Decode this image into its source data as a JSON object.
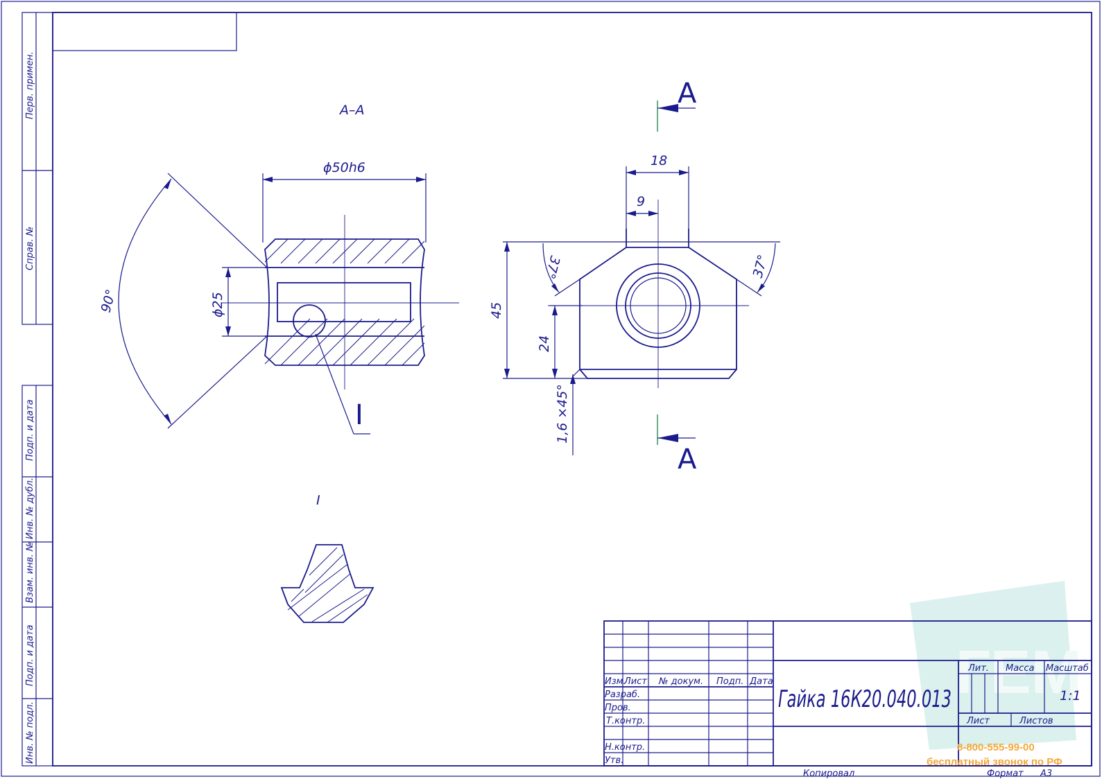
{
  "sidebar": {
    "perv_primen": "Перв. примен.",
    "sprav_no": "Справ. №",
    "podp_data_1": "Подп. и дата",
    "inv_dubl": "Инв. № дубл.",
    "vzam_inv": "Взам. инв. №",
    "podp_data_2": "Подп. и дата",
    "inv_podl": "Инв. № подл."
  },
  "views": {
    "section_label": "А–А",
    "cut_letter_top": "А",
    "cut_letter_bottom": "А",
    "detail_callout": "I",
    "detail_title": "I"
  },
  "dimensions": {
    "dia_outer": "ϕ50h6",
    "dia_inner": "ϕ25",
    "angle_90": "90°",
    "width_18": "18",
    "width_9": "9",
    "height_45": "45",
    "height_24": "24",
    "angle_37_left": "37°",
    "angle_37_right": "37°",
    "chamfer": "1,6 ×45°"
  },
  "title_block": {
    "col_izm": "Изм.",
    "col_list": "Лист",
    "col_docum": "№ докум.",
    "col_podp": "Подп.",
    "col_data": "Дата",
    "row_razrab": "Разраб.",
    "row_prov": "Пров.",
    "row_tkontr": "Т.контр.",
    "row_nkontr": "Н.контр.",
    "row_utv": "Утв.",
    "designation": "Гайка 16К20.040.013",
    "lit": "Лит.",
    "massa": "Масса",
    "masshtab": "Масштаб",
    "scale_value": "1:1",
    "sheet": "Лист",
    "sheets": "Листов",
    "copied": "Копировал",
    "format_label": "Формат",
    "format_value": "А3"
  },
  "watermark": {
    "phone": "8-800-555-99-00",
    "free_call": "бесплатный звонок по РФ"
  },
  "colors": {
    "line": "#1a1a8c",
    "watermark_logo": "#bfe6e1",
    "watermark_text": "#f4a83a"
  }
}
